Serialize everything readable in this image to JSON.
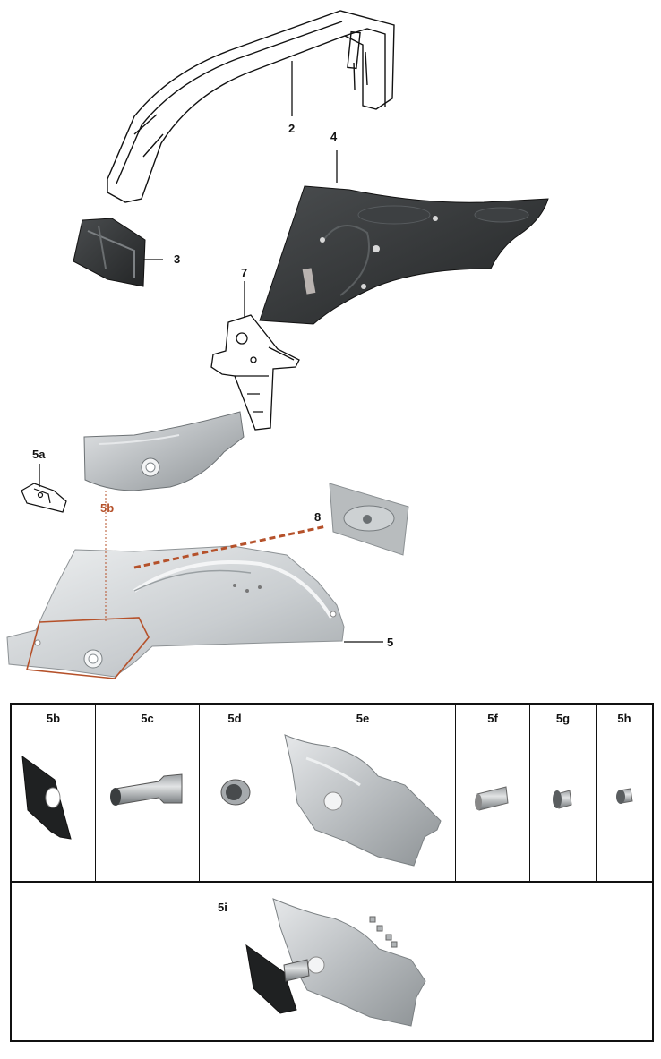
{
  "diagram": {
    "callouts": {
      "p2": "2",
      "p3": "3",
      "p4": "4",
      "p7": "7",
      "p5a": "5a",
      "p5b": "5b",
      "p8": "8",
      "p5": "5"
    }
  },
  "table": {
    "cells": [
      {
        "key": "5b",
        "label": "5b"
      },
      {
        "key": "5c",
        "label": "5c"
      },
      {
        "key": "5d",
        "label": "5d"
      },
      {
        "key": "5e",
        "label": "5e"
      },
      {
        "key": "5f",
        "label": "5f"
      },
      {
        "key": "5g",
        "label": "5g"
      },
      {
        "key": "5h",
        "label": "5h"
      }
    ],
    "assembly_label": "5i"
  },
  "colors": {
    "accent": "#b5512a",
    "line": "#111111",
    "metal": "#c4c7c9",
    "dark_panel": "#2f3132"
  }
}
